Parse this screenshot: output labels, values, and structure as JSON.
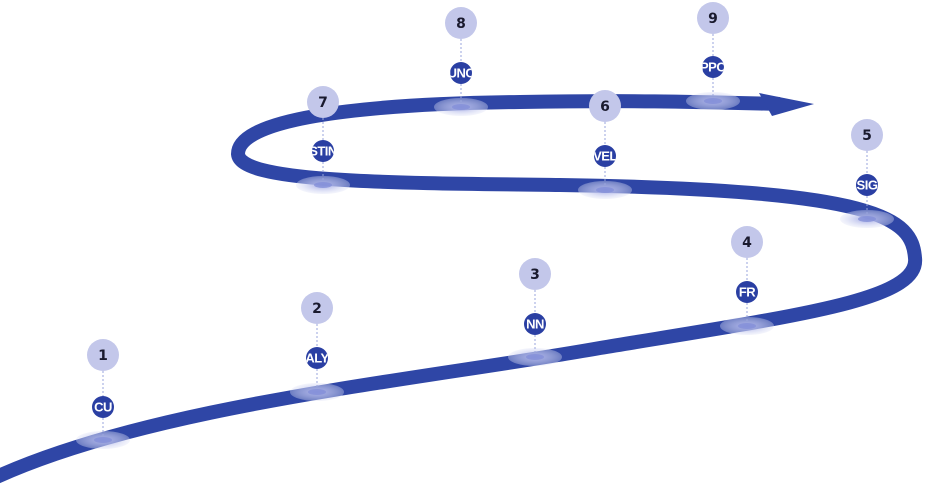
{
  "colors": {
    "road": "#2f46a6",
    "chip": "#2a3fa3",
    "badge": "#c3c7ea",
    "badge_text": "#1a1a2e",
    "connector": "#9aa6dc",
    "glow": "#b9bfe8"
  },
  "steps": [
    {
      "number": "1",
      "chip": "CU"
    },
    {
      "number": "2",
      "chip": "ALY"
    },
    {
      "number": "3",
      "chip": "NN"
    },
    {
      "number": "4",
      "chip": "FR"
    },
    {
      "number": "5",
      "chip": "SIG"
    },
    {
      "number": "6",
      "chip": "VEL"
    },
    {
      "number": "7",
      "chip": "STIN"
    },
    {
      "number": "8",
      "chip": "UNC"
    },
    {
      "number": "9",
      "chip": "PPO"
    }
  ]
}
